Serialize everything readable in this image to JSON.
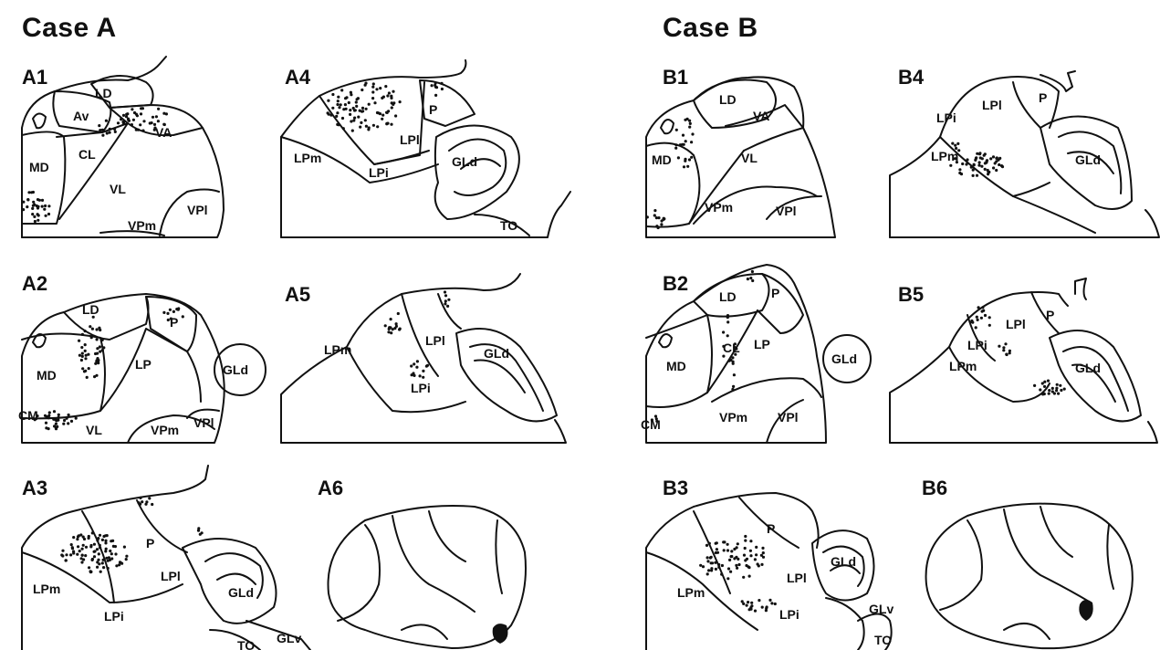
{
  "cases": {
    "a": {
      "title": "Case A"
    },
    "b": {
      "title": "Case B"
    }
  },
  "panels": {
    "A1": "A1",
    "A2": "A2",
    "A3": "A3",
    "A4": "A4",
    "A5": "A5",
    "A6": "A6",
    "B1": "B1",
    "B2": "B2",
    "B3": "B3",
    "B4": "B4",
    "B5": "B5",
    "B6": "B6"
  },
  "regions": {
    "A1": [
      "LD",
      "Av",
      "VA",
      "MD",
      "CL",
      "VL",
      "VPm",
      "VPl"
    ],
    "A2": [
      "LD",
      "P",
      "MD",
      "LP",
      "GLd",
      "CM",
      "VL",
      "VPm",
      "VPl"
    ],
    "A3": [
      "P",
      "LPm",
      "LPl",
      "LPi",
      "GLd",
      "GLv",
      "TO"
    ],
    "A4": [
      "P",
      "LPl",
      "LPm",
      "LPi",
      "GLd",
      "TO"
    ],
    "A5": [
      "LPm",
      "LPl",
      "GLd",
      "LPi"
    ],
    "B1": [
      "LD",
      "VA",
      "MD",
      "VL",
      "VPm",
      "VPl"
    ],
    "B2": [
      "LD",
      "P",
      "MD",
      "CL",
      "LP",
      "GLd",
      "CM",
      "VPm",
      "VPl"
    ],
    "B3": [
      "P",
      "LPm",
      "LPl",
      "GLd",
      "LPi",
      "GLv",
      "TO"
    ],
    "B4": [
      "LPl",
      "P",
      "LPi",
      "LPm",
      "GLd"
    ],
    "B5": [
      "LPl",
      "P",
      "LPi",
      "LPm",
      "GLd"
    ]
  }
}
